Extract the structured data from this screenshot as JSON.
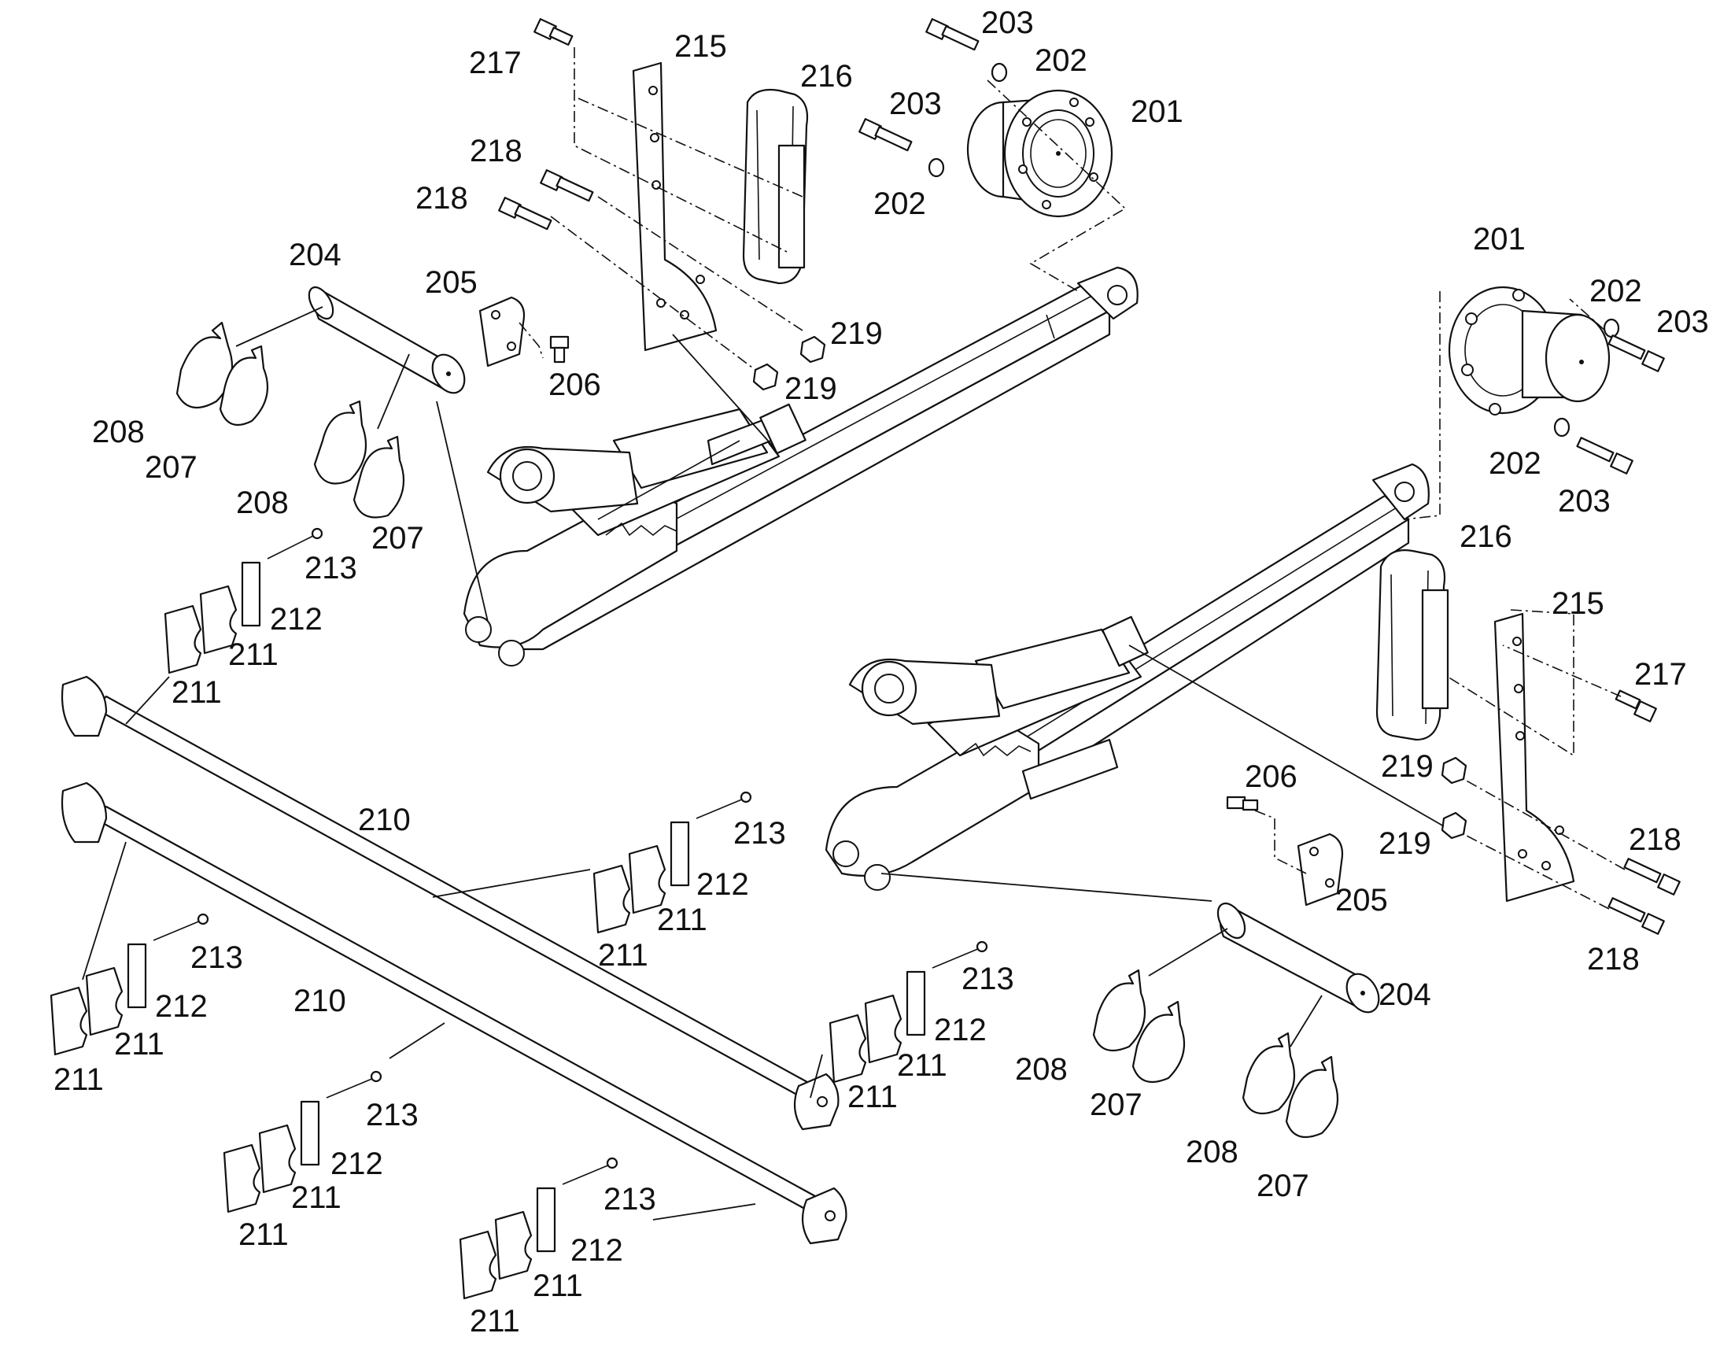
{
  "callouts": [
    {
      "id": "l217a",
      "text": "217"
    },
    {
      "id": "l215a",
      "text": "215"
    },
    {
      "id": "l216a",
      "text": "216"
    },
    {
      "id": "l203a",
      "text": "203"
    },
    {
      "id": "l202a",
      "text": "202"
    },
    {
      "id": "l203b",
      "text": "203"
    },
    {
      "id": "l201a",
      "text": "201"
    },
    {
      "id": "l202b",
      "text": "202"
    },
    {
      "id": "l218a",
      "text": "218"
    },
    {
      "id": "l218b",
      "text": "218"
    },
    {
      "id": "l204a",
      "text": "204"
    },
    {
      "id": "l205a",
      "text": "205"
    },
    {
      "id": "l219a",
      "text": "219"
    },
    {
      "id": "l219b",
      "text": "219"
    },
    {
      "id": "l206a",
      "text": "206"
    },
    {
      "id": "l208a",
      "text": "208"
    },
    {
      "id": "l207a",
      "text": "207"
    },
    {
      "id": "l208b",
      "text": "208"
    },
    {
      "id": "l207b",
      "text": "207"
    },
    {
      "id": "l213a",
      "text": "213"
    },
    {
      "id": "l212a",
      "text": "212"
    },
    {
      "id": "l211a",
      "text": "211"
    },
    {
      "id": "l211b",
      "text": "211"
    },
    {
      "id": "l201b",
      "text": "201"
    },
    {
      "id": "l202c",
      "text": "202"
    },
    {
      "id": "l203c",
      "text": "203"
    },
    {
      "id": "l202d",
      "text": "202"
    },
    {
      "id": "l203d",
      "text": "203"
    },
    {
      "id": "l216b",
      "text": "216"
    },
    {
      "id": "l215b",
      "text": "215"
    },
    {
      "id": "l217b",
      "text": "217"
    },
    {
      "id": "l219c",
      "text": "219"
    },
    {
      "id": "l219d",
      "text": "219"
    },
    {
      "id": "l206b",
      "text": "206"
    },
    {
      "id": "l218c",
      "text": "218"
    },
    {
      "id": "l205b",
      "text": "205"
    },
    {
      "id": "l218d",
      "text": "218"
    },
    {
      "id": "l204b",
      "text": "204"
    },
    {
      "id": "l208c",
      "text": "208"
    },
    {
      "id": "l207c",
      "text": "207"
    },
    {
      "id": "l208d",
      "text": "208"
    },
    {
      "id": "l207d",
      "text": "207"
    },
    {
      "id": "l210a",
      "text": "210"
    },
    {
      "id": "l210b",
      "text": "210"
    },
    {
      "id": "l213b",
      "text": "213"
    },
    {
      "id": "l212b",
      "text": "212"
    },
    {
      "id": "l211c",
      "text": "211"
    },
    {
      "id": "l211d",
      "text": "211"
    },
    {
      "id": "l213c",
      "text": "213"
    },
    {
      "id": "l212c",
      "text": "212"
    },
    {
      "id": "l211e",
      "text": "211"
    },
    {
      "id": "l211f",
      "text": "211"
    },
    {
      "id": "l213d",
      "text": "213"
    },
    {
      "id": "l212d",
      "text": "212"
    },
    {
      "id": "l211g",
      "text": "211"
    },
    {
      "id": "l211h",
      "text": "211"
    },
    {
      "id": "l213e",
      "text": "213"
    },
    {
      "id": "l212e",
      "text": "212"
    },
    {
      "id": "l211i",
      "text": "211"
    },
    {
      "id": "l211j",
      "text": "211"
    },
    {
      "id": "l213f",
      "text": "213"
    },
    {
      "id": "l212f",
      "text": "212"
    },
    {
      "id": "l211k",
      "text": "211"
    },
    {
      "id": "l211l",
      "text": "211"
    }
  ]
}
